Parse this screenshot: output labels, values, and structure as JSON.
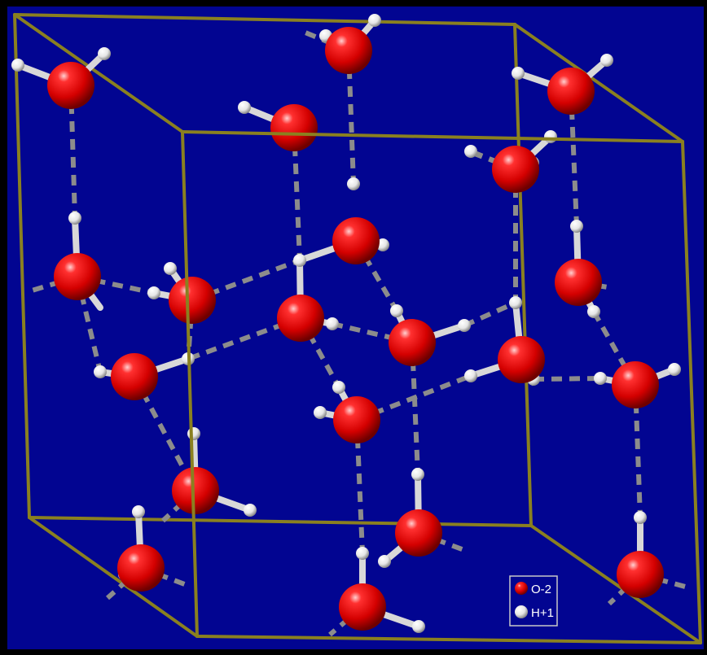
{
  "viewer": {
    "background_color": "#020591",
    "frame_color": "#000000",
    "cell_edge_color": "#8a8020",
    "bond_color": "#d8d8d8",
    "hbond_color": "#8c8c8c"
  },
  "atom_types": [
    {
      "label": "O-2",
      "color": "#e80000",
      "element": "O"
    },
    {
      "label": "H+1",
      "color": "#ffffff",
      "element": "H"
    }
  ],
  "legend": {
    "items": [
      {
        "label": "O-2",
        "swatch_color": "#e80000"
      },
      {
        "label": "H+1",
        "swatch_color": "#ffffff"
      }
    ]
  }
}
